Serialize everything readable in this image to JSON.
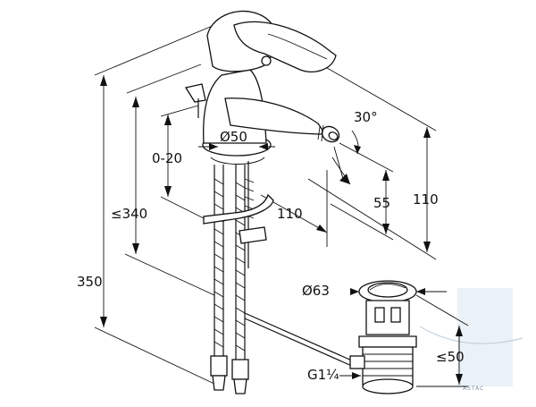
{
  "dimensions": {
    "dia_body": "Ø50",
    "angle": "30°",
    "range_lift": "0-20",
    "max_height_body": "≤340",
    "total_height": "350",
    "reach": "110",
    "spout_height": "55",
    "tap_height": "110",
    "dia_waste": "Ø63",
    "waste_height": "≤50",
    "thread": "G1¼"
  },
  "watermark": {
    "text": "ASTAC"
  },
  "colors": {
    "line": "#111111",
    "background": "#ffffff",
    "watermark_box": "#dde8f2"
  }
}
